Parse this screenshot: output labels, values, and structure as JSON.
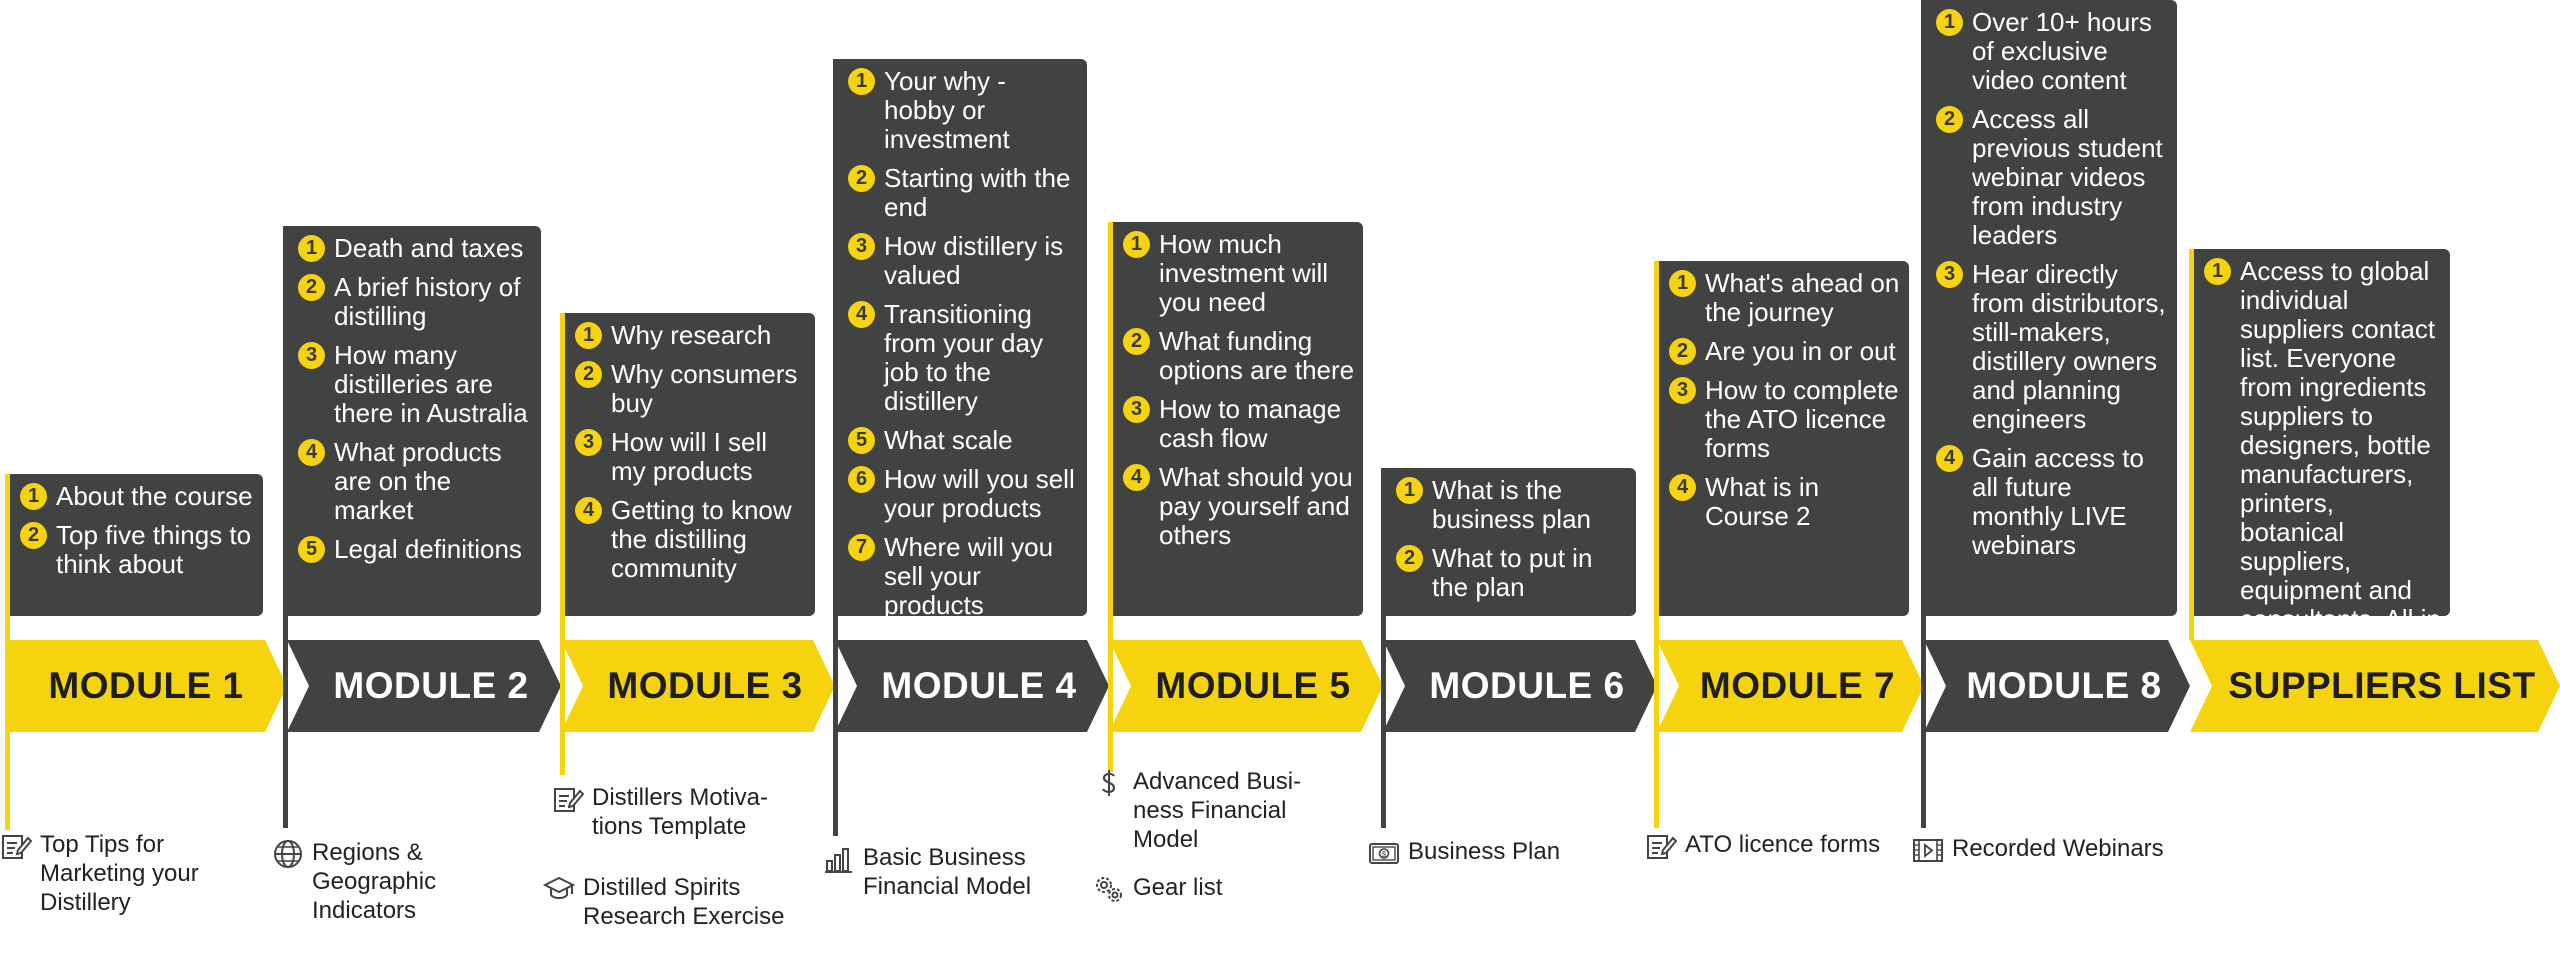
{
  "colors": {
    "yellow": "#f5d40f",
    "dark": "#414242",
    "text": "#222222"
  },
  "modules": [
    {
      "label": "MODULE 1",
      "style": "yellow",
      "items": [
        "About the course",
        "Top five things to think about"
      ],
      "resources": [
        {
          "icon": "form-icon",
          "text": "Top Tips for Marketing your Distillery"
        }
      ]
    },
    {
      "label": "MODULE 2",
      "style": "dark",
      "items": [
        "Death and taxes",
        "A brief history of distilling",
        "How many distilleries are there in Australia",
        "What products are on the market",
        "Legal definitions"
      ],
      "resources": [
        {
          "icon": "globe-icon",
          "text": "Regions & Geographic Indicators"
        }
      ]
    },
    {
      "label": "MODULE 3",
      "style": "yellow",
      "items": [
        "Why research",
        "Why consumers buy",
        "How will I sell my products",
        "Getting to know the distilling community"
      ],
      "resources": [
        {
          "icon": "form-icon",
          "text": "Distillers Motiva-tions Template"
        },
        {
          "icon": "graduation-cap-icon",
          "text": "Distilled Spirits Research Exercise"
        }
      ]
    },
    {
      "label": "MODULE 4",
      "style": "dark",
      "items": [
        "Your why - hobby or investment",
        "Starting with the end",
        "How distillery is valued",
        "Transitioning from your day job to the distillery",
        "What scale",
        "How will you sell your products",
        "Where will you sell your products"
      ],
      "resources": [
        {
          "icon": "bar-chart-icon",
          "text": "Basic Business Financial Model"
        }
      ]
    },
    {
      "label": "MODULE 5",
      "style": "yellow",
      "items": [
        "How much investment will you need",
        "What funding options are there",
        "How to manage cash flow",
        "What should you pay yourself and others"
      ],
      "resources": [
        {
          "icon": "dollar-icon",
          "text": "Advanced Busi-ness Financial Model"
        },
        {
          "icon": "gears-icon",
          "text": "Gear list"
        }
      ]
    },
    {
      "label": "MODULE 6",
      "style": "dark",
      "items": [
        "What is the business plan",
        "What to put in the plan"
      ],
      "resources": [
        {
          "icon": "money-bill-icon",
          "text": "Business Plan"
        }
      ]
    },
    {
      "label": "MODULE 7",
      "style": "yellow",
      "items": [
        "What's ahead on the journey",
        "Are you in or out",
        "How to complete the ATO licence forms",
        "What is in Course 2"
      ],
      "resources": [
        {
          "icon": "form-icon",
          "text": "ATO licence forms"
        }
      ]
    },
    {
      "label": "MODULE 8",
      "style": "dark",
      "items": [
        "Over 10+ hours of exclusive video content",
        "Access all previous student webinar videos from industry leaders",
        "Hear directly from distributors, still-makers, distillery owners and planning engineers",
        "Gain access to all future monthly LIVE webinars"
      ],
      "resources": [
        {
          "icon": "video-icon",
          "text": "Recorded Webinars"
        }
      ]
    },
    {
      "label": "SUPPLIERS LIST",
      "style": "yellow",
      "items": [
        "Access to global individual suppliers contact list. Everyone from ingredients suppliers to designers, bottle manufacturers, printers, botanical suppliers, equipment and consultants. All in one place and at no extra cost"
      ],
      "resources": []
    }
  ]
}
